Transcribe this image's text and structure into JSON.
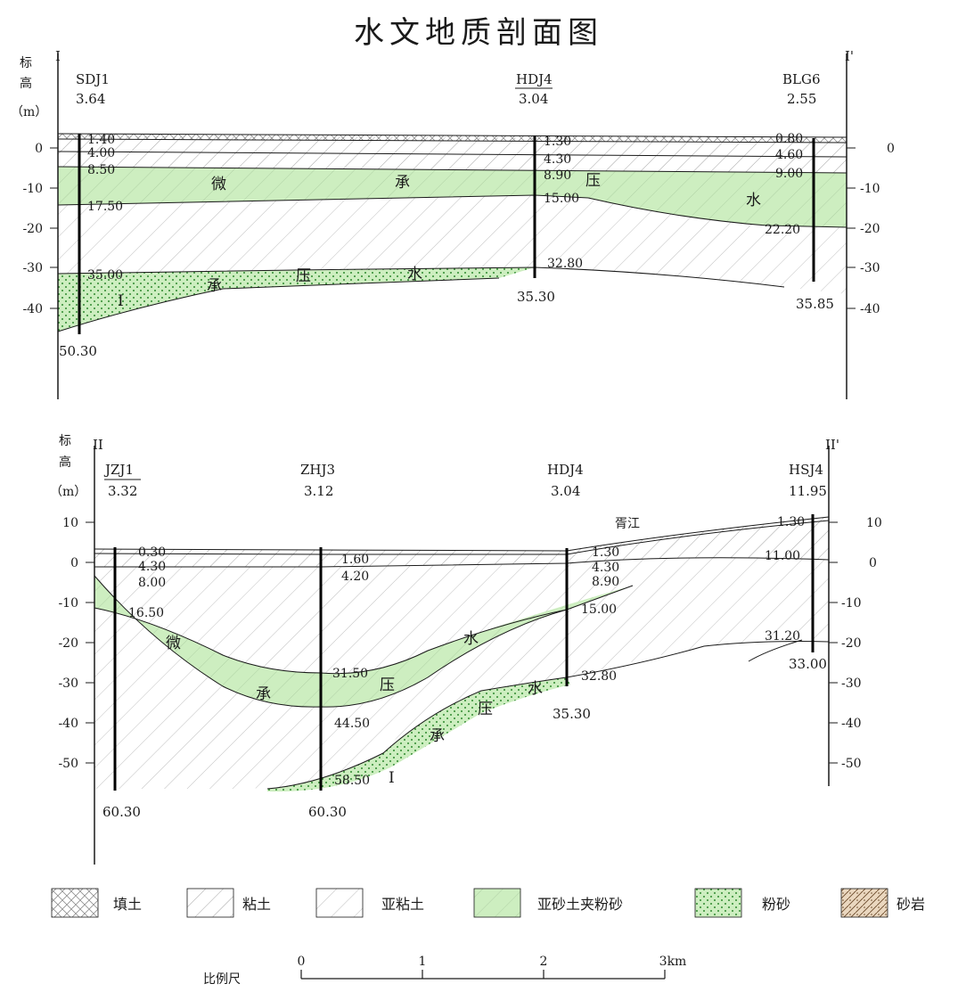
{
  "title": "水文地质剖面图",
  "axis": {
    "label_line1": "标",
    "label_line2": "高",
    "label_unit": "（m）"
  },
  "section1": {
    "left_mark": "I",
    "right_mark": "I'",
    "ticks": [
      "0",
      "-10",
      "-20",
      "-30",
      "-40"
    ],
    "boreholes": [
      {
        "name": "SDJ1",
        "elev": "3.64",
        "bottom": "50.30",
        "depths": [
          "1.40",
          "4.00",
          "8.50",
          "17.50",
          "35.00"
        ]
      },
      {
        "name": "HDJ4",
        "elev": "3.04",
        "bottom": "35.30",
        "depths": [
          "1.30",
          "4.30",
          "8.90",
          "15.00",
          "32.80"
        ]
      },
      {
        "name": "BLG6",
        "elev": "2.55",
        "bottom": "35.85",
        "depths": [
          "0.80",
          "4.60",
          "9.00",
          "22.20"
        ]
      }
    ],
    "zone_upper": [
      "微",
      "承",
      "压",
      "水"
    ],
    "zone_lower": [
      "I",
      "承",
      "压",
      "水"
    ]
  },
  "section2": {
    "left_mark": "II",
    "right_mark": "II'",
    "ticks": [
      "10",
      "0",
      "-10",
      "-20",
      "-30",
      "-40",
      "-50"
    ],
    "boreholes": [
      {
        "name": "JZJ1",
        "elev": "3.32",
        "bottom": "60.30",
        "depths": [
          "0.30",
          "4.30",
          "8.00",
          "16.50"
        ]
      },
      {
        "name": "ZHJ3",
        "elev": "3.12",
        "bottom": "60.30",
        "depths": [
          "1.60",
          "4.20",
          "31.50",
          "44.50",
          "58.50"
        ]
      },
      {
        "name": "HDJ4",
        "elev": "3.04",
        "bottom": "35.30",
        "depths": [
          "1.30",
          "4.30",
          "8.90",
          "15.00",
          "32.80"
        ]
      },
      {
        "name": "HSJ4",
        "elev": "11.95",
        "bottom": "33.00",
        "depths": [
          "1.30",
          "11.00",
          "31.20"
        ]
      }
    ],
    "river": "胥江",
    "zone_upper": [
      "微",
      "承",
      "压",
      "水"
    ],
    "zone_lower": [
      "I",
      "承",
      "压",
      "水"
    ]
  },
  "legend": [
    "填土",
    "粘土",
    "亚粘土",
    "亚砂土夹粉砂",
    "粉砂",
    "砂岩"
  ],
  "scale": {
    "label": "比例尺",
    "ticks": [
      "0",
      "1",
      "2",
      "3km"
    ]
  },
  "colors": {
    "green": "#cdeec0",
    "sand_dot": "#2f8a2f",
    "sandstone": "#ead7bf",
    "line": "#1a1a1a",
    "hatch": "#9a9a9a"
  }
}
